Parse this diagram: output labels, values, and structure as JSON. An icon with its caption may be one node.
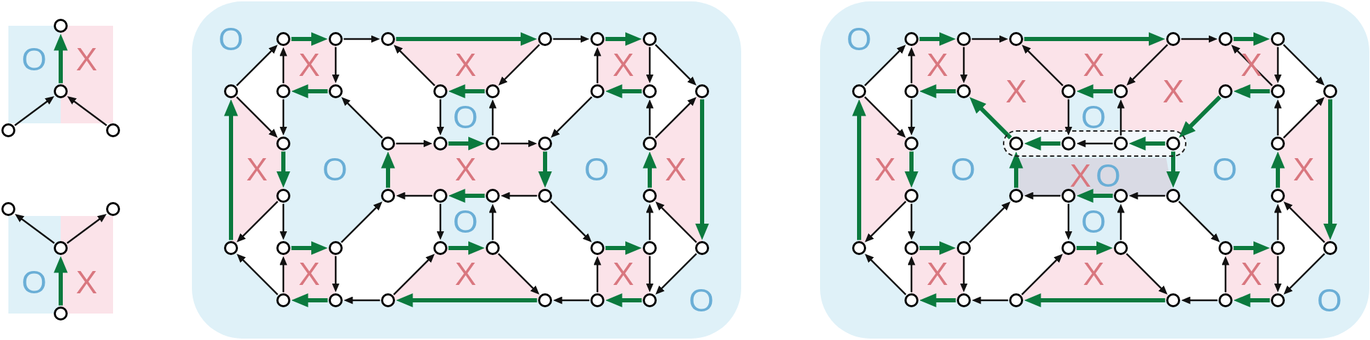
{
  "diagram": {
    "nodes": [
      {
        "text": [],
        "shape": "circle"
      },
      {
        "text": [],
        "shape": "circle"
      },
      {
        "text": [],
        "shape": "circle"
      },
      {
        "text": [],
        "shape": "circle"
      },
      {
        "text": [],
        "shape": "circle"
      },
      {
        "text": [],
        "shape": "circle"
      },
      {
        "text": [],
        "shape": "circle"
      },
      {
        "text": [],
        "shape": "circle"
      },
      {
        "text": [],
        "shape": "circle"
      },
      {
        "text": [],
        "shape": "circle"
      },
      {
        "text": [],
        "shape": "circle"
      },
      {
        "text": [],
        "shape": "circle"
      },
      {
        "text": [],
        "shape": "circle"
      },
      {
        "text": [],
        "shape": "circle"
      },
      {
        "text": [],
        "shape": "circle"
      },
      {
        "text": [],
        "shape": "circle"
      },
      {
        "text": [],
        "shape": "circle"
      },
      {
        "text": [],
        "shape": "circle"
      },
      {
        "text": [],
        "shape": "circle"
      },
      {
        "text": [],
        "shape": "circle"
      },
      {
        "text": [],
        "shape": "circle"
      },
      {
        "text": [],
        "shape": "circle"
      },
      {
        "text": [],
        "shape": "circle"
      },
      {
        "text": [],
        "shape": "circle"
      },
      {
        "text": [],
        "shape": "circle"
      },
      {
        "text": [],
        "shape": "circle"
      },
      {
        "text": [],
        "shape": "circle"
      },
      {
        "text": [],
        "shape": "circle"
      },
      {
        "text": [],
        "shape": "circle"
      },
      {
        "text": [],
        "shape": "circle"
      },
      {
        "text": [],
        "shape": "circle"
      },
      {
        "text": [],
        "shape": "circle"
      },
      {
        "text": [],
        "shape": "circle"
      },
      {
        "text": [],
        "shape": "circle"
      },
      {
        "text": [],
        "shape": "circle"
      },
      {
        "text": [],
        "shape": "circle"
      },
      {
        "text": [],
        "shape": "circle"
      },
      {
        "text": [],
        "shape": "circle"
      },
      {
        "text": [],
        "shape": "circle"
      },
      {
        "text": [],
        "shape": "circle"
      },
      {
        "text": [],
        "shape": "circle"
      },
      {
        "text": [],
        "shape": "circle"
      },
      {
        "text": [],
        "shape": "circle"
      },
      {
        "text": [],
        "shape": "circle"
      },
      {
        "text": [],
        "shape": "circle"
      },
      {
        "text": [],
        "shape": "circle"
      },
      {
        "text": [],
        "shape": "circle"
      },
      {
        "text": [],
        "shape": "circle"
      },
      {
        "text": [],
        "shape": "circle"
      },
      {
        "text": [],
        "shape": "circle"
      },
      {
        "text": [],
        "shape": "circle"
      },
      {
        "text": [],
        "shape": "circle"
      },
      {
        "text": [],
        "shape": "circle"
      },
      {
        "text": [],
        "shape": "circle"
      },
      {
        "text": [],
        "shape": "circle"
      },
      {
        "text": [],
        "shape": "circle"
      },
      {
        "text": [],
        "shape": "circle"
      },
      {
        "text": [],
        "shape": "circle"
      },
      {
        "text": [],
        "shape": "circle"
      },
      {
        "text": [],
        "shape": "circle"
      },
      {
        "text": [],
        "shape": "circle"
      },
      {
        "text": [],
        "shape": "circle"
      },
      {
        "text": [],
        "shape": "box"
      },
      {
        "text": [],
        "shape": "circle"
      },
      {
        "text": [],
        "shape": "circle",
        "in": 62
      },
      {
        "text": [],
        "shape": "circle",
        "in": 62
      },
      {
        "text": [],
        "shape": "circle",
        "in": 62
      },
      {
        "text": [],
        "shape": "circle",
        "in": 62
      },
      {
        "text": [],
        "shape": "circle"
      },
      {
        "text": [],
        "shape": "circle"
      },
      {
        "text": [],
        "shape": "circle"
      },
      {
        "text": [],
        "shape": "circle"
      },
      {
        "text": [],
        "shape": "circle"
      },
      {
        "text": [],
        "shape": "circle"
      },
      {
        "text": [],
        "shape": "circle"
      },
      {
        "text": [],
        "shape": "circle"
      },
      {
        "text": [],
        "shape": "circle"
      },
      {
        "text": [],
        "shape": "circle"
      },
      {
        "text": [],
        "shape": "circle"
      },
      {
        "text": [],
        "shape": "circle"
      },
      {
        "text": [],
        "shape": "circle"
      },
      {
        "text": [],
        "shape": "circle"
      },
      {
        "text": [],
        "shape": "circle"
      },
      {
        "text": [],
        "shape": "circle"
      },
      {
        "text": [],
        "shape": "circle"
      },
      {
        "text": [],
        "shape": "circle"
      },
      {
        "text": [],
        "shape": "circle"
      },
      {
        "text": [],
        "shape": "circle"
      },
      {
        "text": [],
        "shape": "circle"
      }
    ],
    "edges": [
      {
        "from": 1,
        "to": 0,
        "arrow": "to",
        "style": "thick",
        "color": "#0b7a3e"
      },
      {
        "from": 2,
        "to": 1,
        "arrow": "to"
      },
      {
        "from": 3,
        "to": 1,
        "arrow": "to"
      },
      {
        "from": 6,
        "to": 4,
        "arrow": "to"
      },
      {
        "from": 6,
        "to": 5,
        "arrow": "to"
      },
      {
        "from": 7,
        "to": 6,
        "arrow": "to",
        "style": "thick",
        "color": "#0b7a3e"
      },
      {
        "from": 8,
        "to": 9,
        "arrow": "to",
        "style": "thick",
        "color": "#0b7a3e"
      },
      {
        "from": 10,
        "to": 11,
        "arrow": "to",
        "style": "thick",
        "color": "#0b7a3e"
      },
      {
        "from": 12,
        "to": 13,
        "arrow": "to",
        "style": "thick",
        "color": "#0b7a3e"
      },
      {
        "from": 16,
        "to": 15,
        "arrow": "to",
        "style": "thick",
        "color": "#0b7a3e"
      },
      {
        "from": 18,
        "to": 17,
        "arrow": "to",
        "style": "thick",
        "color": "#0b7a3e"
      },
      {
        "from": 20,
        "to": 19,
        "arrow": "to",
        "style": "thick",
        "color": "#0b7a3e"
      },
      {
        "from": 34,
        "to": 14,
        "arrow": "to",
        "style": "thick",
        "color": "#0b7a3e"
      },
      {
        "from": 21,
        "to": 41,
        "arrow": "to",
        "style": "thick",
        "color": "#0b7a3e"
      },
      {
        "from": 22,
        "to": 28,
        "arrow": "to",
        "style": "thick",
        "color": "#0b7a3e"
      },
      {
        "from": 29,
        "to": 23,
        "arrow": "to",
        "style": "thick",
        "color": "#0b7a3e"
      },
      {
        "from": 24,
        "to": 25,
        "arrow": "to",
        "style": "thick",
        "color": "#0b7a3e"
      },
      {
        "from": 26,
        "to": 32,
        "arrow": "to",
        "style": "thick",
        "color": "#0b7a3e"
      },
      {
        "from": 31,
        "to": 30,
        "arrow": "to",
        "style": "thick",
        "color": "#0b7a3e"
      },
      {
        "from": 33,
        "to": 27,
        "arrow": "to",
        "style": "thick",
        "color": "#0b7a3e"
      },
      {
        "from": 35,
        "to": 36,
        "arrow": "to",
        "style": "thick",
        "color": "#0b7a3e"
      },
      {
        "from": 37,
        "to": 38,
        "arrow": "to",
        "style": "thick",
        "color": "#0b7a3e"
      },
      {
        "from": 39,
        "to": 40,
        "arrow": "to",
        "style": "thick",
        "color": "#0b7a3e"
      },
      {
        "from": 43,
        "to": 42,
        "arrow": "to",
        "style": "thick",
        "color": "#0b7a3e"
      },
      {
        "from": 45,
        "to": 44,
        "arrow": "to",
        "style": "thick",
        "color": "#0b7a3e"
      },
      {
        "from": 47,
        "to": 46,
        "arrow": "to",
        "style": "thick",
        "color": "#0b7a3e"
      },
      {
        "from": 9,
        "to": 10,
        "arrow": "to"
      },
      {
        "from": 9,
        "to": 16,
        "arrow": "to"
      },
      {
        "from": 14,
        "to": 8,
        "arrow": "to"
      },
      {
        "from": 15,
        "to": 8,
        "arrow": "to"
      },
      {
        "from": 14,
        "to": 22,
        "arrow": "to"
      },
      {
        "from": 15,
        "to": 22,
        "arrow": "to"
      },
      {
        "from": 23,
        "to": 16,
        "arrow": "to"
      },
      {
        "from": 17,
        "to": 10,
        "arrow": "to"
      },
      {
        "from": 17,
        "to": 24,
        "arrow": "to"
      },
      {
        "from": 23,
        "to": 24,
        "arrow": "to"
      },
      {
        "from": 30,
        "to": 29,
        "arrow": "to"
      },
      {
        "from": 28,
        "to": 34,
        "arrow": "to"
      },
      {
        "from": 28,
        "to": 35,
        "arrow": "to"
      },
      {
        "from": 36,
        "to": 29,
        "arrow": "to"
      },
      {
        "from": 36,
        "to": 43,
        "arrow": "to"
      },
      {
        "from": 42,
        "to": 35,
        "arrow": "to"
      },
      {
        "from": 42,
        "to": 34,
        "arrow": "to"
      },
      {
        "from": 44,
        "to": 43,
        "arrow": "to"
      },
      {
        "from": 44,
        "to": 37,
        "arrow": "to"
      },
      {
        "from": 30,
        "to": 37,
        "arrow": "to"
      },
      {
        "from": 11,
        "to": 12,
        "arrow": "to"
      },
      {
        "from": 11,
        "to": 18,
        "arrow": "to"
      },
      {
        "from": 25,
        "to": 18,
        "arrow": "to"
      },
      {
        "from": 25,
        "to": 26,
        "arrow": "to"
      },
      {
        "from": 19,
        "to": 12,
        "arrow": "to"
      },
      {
        "from": 19,
        "to": 26,
        "arrow": "to"
      },
      {
        "from": 13,
        "to": 20,
        "arrow": "to"
      },
      {
        "from": 13,
        "to": 21,
        "arrow": "to"
      },
      {
        "from": 27,
        "to": 20,
        "arrow": "to"
      },
      {
        "from": 27,
        "to": 21,
        "arrow": "to"
      },
      {
        "from": 32,
        "to": 31,
        "arrow": "to"
      },
      {
        "from": 38,
        "to": 31,
        "arrow": "to"
      },
      {
        "from": 32,
        "to": 39,
        "arrow": "to"
      },
      {
        "from": 38,
        "to": 45,
        "arrow": "to"
      },
      {
        "from": 46,
        "to": 45,
        "arrow": "to"
      },
      {
        "from": 46,
        "to": 39,
        "arrow": "to"
      },
      {
        "from": 40,
        "to": 33,
        "arrow": "to"
      },
      {
        "from": 41,
        "to": 33,
        "arrow": "to"
      },
      {
        "from": 40,
        "to": 47,
        "arrow": "to"
      },
      {
        "from": 41,
        "to": 47,
        "arrow": "to"
      },
      {
        "from": 48,
        "to": 49,
        "arrow": "to",
        "style": "thick",
        "color": "#0b7a3e"
      },
      {
        "from": 50,
        "to": 51,
        "arrow": "to",
        "style": "thick",
        "color": "#0b7a3e"
      },
      {
        "from": 52,
        "to": 53,
        "arrow": "to",
        "style": "thick",
        "color": "#0b7a3e"
      },
      {
        "from": 56,
        "to": 55,
        "arrow": "to",
        "style": "thick",
        "color": "#0b7a3e"
      },
      {
        "from": 58,
        "to": 57,
        "arrow": "to",
        "style": "thick",
        "color": "#0b7a3e"
      },
      {
        "from": 60,
        "to": 59,
        "arrow": "to",
        "style": "thick",
        "color": "#0b7a3e"
      },
      {
        "from": 75,
        "to": 54,
        "arrow": "to",
        "style": "thick",
        "color": "#0b7a3e"
      },
      {
        "from": 61,
        "to": 82,
        "arrow": "to",
        "style": "thick",
        "color": "#0b7a3e"
      },
      {
        "from": 63,
        "to": 69,
        "arrow": "to",
        "style": "thick",
        "color": "#0b7a3e"
      },
      {
        "from": 70,
        "to": 64,
        "arrow": "to",
        "style": "thick",
        "color": "#0b7a3e"
      },
      {
        "from": 64,
        "to": 56,
        "arrow": "to",
        "style": "thick",
        "color": "#0b7a3e"
      },
      {
        "from": 65,
        "to": 64,
        "arrow": "to",
        "style": "thick",
        "color": "#0b7a3e"
      },
      {
        "from": 67,
        "to": 66,
        "arrow": "to",
        "style": "thick",
        "color": "#0b7a3e"
      },
      {
        "from": 59,
        "to": 67,
        "arrow": "to",
        "style": "thick",
        "color": "#0b7a3e"
      },
      {
        "from": 67,
        "to": 73,
        "arrow": "to",
        "style": "thick",
        "color": "#0b7a3e"
      },
      {
        "from": 72,
        "to": 71,
        "arrow": "to",
        "style": "thick",
        "color": "#0b7a3e"
      },
      {
        "from": 74,
        "to": 68,
        "arrow": "to",
        "style": "thick",
        "color": "#0b7a3e"
      },
      {
        "from": 76,
        "to": 77,
        "arrow": "to",
        "style": "thick",
        "color": "#0b7a3e"
      },
      {
        "from": 78,
        "to": 79,
        "arrow": "to",
        "style": "thick",
        "color": "#0b7a3e"
      },
      {
        "from": 80,
        "to": 81,
        "arrow": "to",
        "style": "thick",
        "color": "#0b7a3e"
      },
      {
        "from": 84,
        "to": 83,
        "arrow": "to",
        "style": "thick",
        "color": "#0b7a3e"
      },
      {
        "from": 86,
        "to": 85,
        "arrow": "to",
        "style": "thick",
        "color": "#0b7a3e"
      },
      {
        "from": 88,
        "to": 87,
        "arrow": "to",
        "style": "thick",
        "color": "#0b7a3e"
      },
      {
        "from": 49,
        "to": 50,
        "arrow": "to"
      },
      {
        "from": 49,
        "to": 56,
        "arrow": "to"
      },
      {
        "from": 54,
        "to": 48,
        "arrow": "to"
      },
      {
        "from": 55,
        "to": 48,
        "arrow": "to"
      },
      {
        "from": 54,
        "to": 63,
        "arrow": "to"
      },
      {
        "from": 55,
        "to": 63,
        "arrow": "to"
      },
      {
        "from": 57,
        "to": 50,
        "arrow": "to"
      },
      {
        "from": 57,
        "to": 65,
        "arrow": "to"
      },
      {
        "from": 66,
        "to": 65,
        "arrow": "to"
      },
      {
        "from": 71,
        "to": 70,
        "arrow": "to"
      },
      {
        "from": 69,
        "to": 75,
        "arrow": "to"
      },
      {
        "from": 69,
        "to": 76,
        "arrow": "to"
      },
      {
        "from": 77,
        "to": 70,
        "arrow": "to"
      },
      {
        "from": 77,
        "to": 84,
        "arrow": "to"
      },
      {
        "from": 83,
        "to": 76,
        "arrow": "to"
      },
      {
        "from": 83,
        "to": 75,
        "arrow": "to"
      },
      {
        "from": 85,
        "to": 84,
        "arrow": "to"
      },
      {
        "from": 85,
        "to": 78,
        "arrow": "to"
      },
      {
        "from": 71,
        "to": 78,
        "arrow": "to"
      },
      {
        "from": 51,
        "to": 52,
        "arrow": "to"
      },
      {
        "from": 51,
        "to": 58,
        "arrow": "to"
      },
      {
        "from": 66,
        "to": 58,
        "arrow": "to"
      },
      {
        "from": 60,
        "to": 52,
        "arrow": "to"
      },
      {
        "from": 53,
        "to": 60,
        "arrow": "to"
      },
      {
        "from": 53,
        "to": 61,
        "arrow": "to"
      },
      {
        "from": 68,
        "to": 60,
        "arrow": "to"
      },
      {
        "from": 68,
        "to": 61,
        "arrow": "to"
      },
      {
        "from": 73,
        "to": 72,
        "arrow": "to"
      },
      {
        "from": 79,
        "to": 72,
        "arrow": "to"
      },
      {
        "from": 73,
        "to": 80,
        "arrow": "to"
      },
      {
        "from": 79,
        "to": 86,
        "arrow": "to"
      },
      {
        "from": 87,
        "to": 86,
        "arrow": "to"
      },
      {
        "from": 87,
        "to": 80,
        "arrow": "to"
      },
      {
        "from": 81,
        "to": 74,
        "arrow": "to"
      },
      {
        "from": 82,
        "to": 74,
        "arrow": "to"
      },
      {
        "from": 81,
        "to": 88,
        "arrow": "to"
      },
      {
        "from": 82,
        "to": 88,
        "arrow": "to"
      }
    ],
    "labels": [
      "O",
      "X",
      "O",
      "X",
      "O",
      "X",
      "X",
      "X",
      "O",
      "X",
      "O",
      "X",
      "O",
      "X",
      "O",
      "X",
      "X",
      "X",
      "O",
      "O",
      "X",
      "X",
      "X",
      "X",
      "X",
      "O",
      "X",
      "O",
      "X",
      "O",
      "O",
      "X",
      "O",
      "X",
      "X",
      "X",
      "O"
    ]
  }
}
